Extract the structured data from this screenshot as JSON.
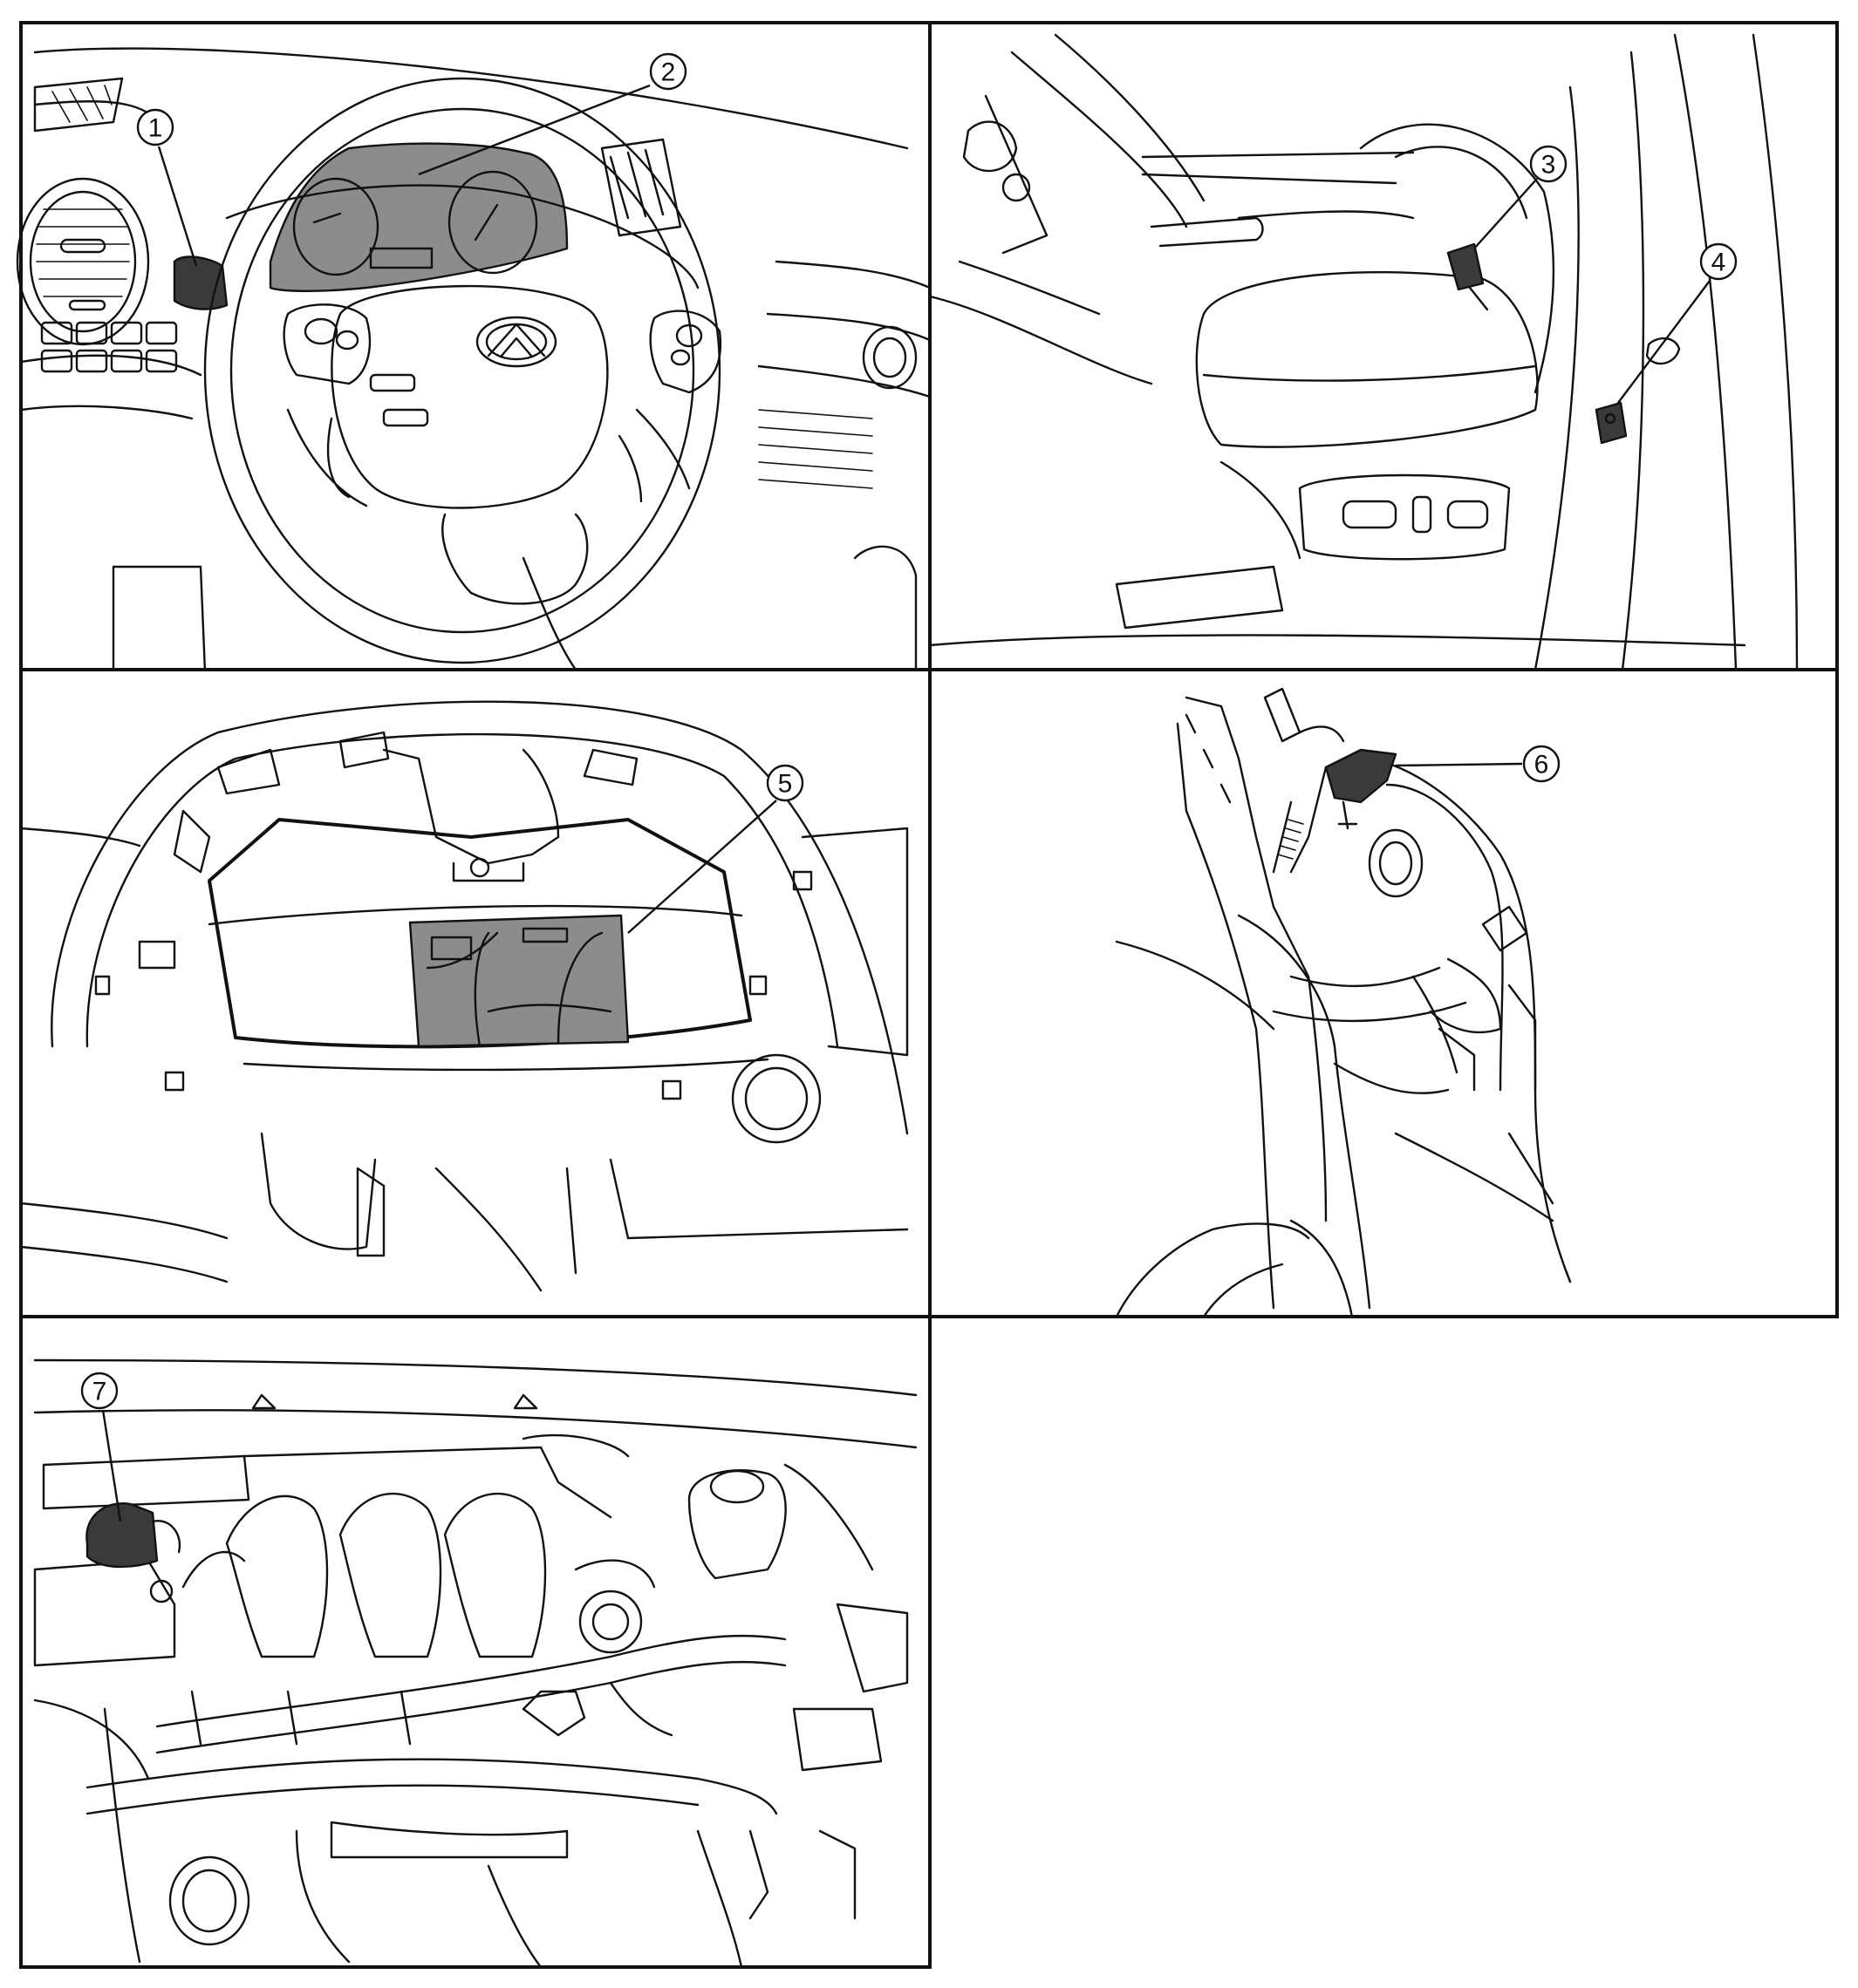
{
  "colors": {
    "line": "#111111",
    "shade": "#8c8c8c",
    "dark_part": "#3a3a3a",
    "background": "#ffffff"
  },
  "callouts": [
    {
      "id": "callout-1",
      "label": "1"
    },
    {
      "id": "callout-2",
      "label": "2"
    },
    {
      "id": "callout-3",
      "label": "3"
    },
    {
      "id": "callout-4",
      "label": "4"
    },
    {
      "id": "callout-5",
      "label": "5"
    },
    {
      "id": "callout-6",
      "label": "6"
    },
    {
      "id": "callout-7",
      "label": "7"
    }
  ],
  "emblem": {
    "icon": "infiniti-logo-icon"
  }
}
